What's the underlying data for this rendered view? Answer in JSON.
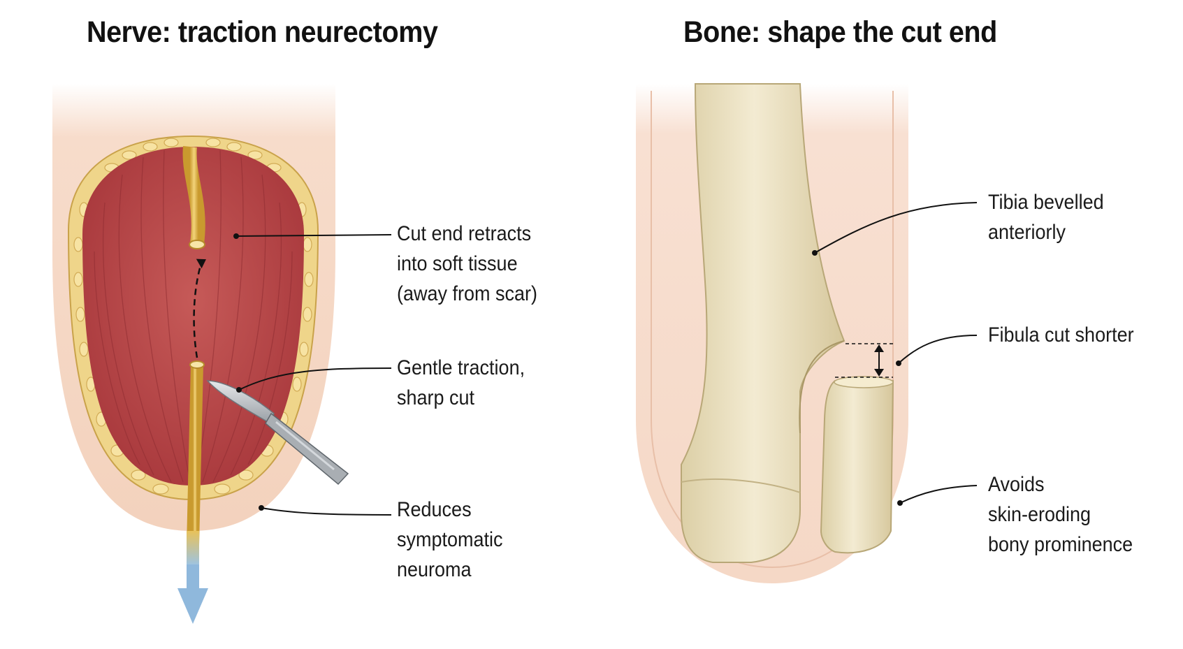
{
  "left_panel": {
    "title": "Nerve: traction neurectomy",
    "callouts": [
      {
        "lines": [
          "Cut end retracts",
          "into soft tissue",
          "(away from scar)"
        ]
      },
      {
        "lines": [
          "Gentle traction,",
          "sharp cut"
        ]
      },
      {
        "lines": [
          "Reduces",
          "symptomatic",
          "neuroma"
        ]
      }
    ]
  },
  "right_panel": {
    "title": "Bone: shape the cut end",
    "callouts": [
      {
        "lines": [
          "Tibia bevelled",
          "anteriorly"
        ]
      },
      {
        "lines": [
          "Fibula cut shorter"
        ]
      },
      {
        "lines": [
          "Avoids",
          "skin-eroding",
          "bony prominence"
        ]
      }
    ]
  },
  "colors": {
    "skin": "#f6d9c6",
    "muscle": "#b8484a",
    "fat": "#f2d98a",
    "nerve": "#e8c25a",
    "bone": "#ede3c4",
    "traction_arrow": "#8fb8dc"
  }
}
